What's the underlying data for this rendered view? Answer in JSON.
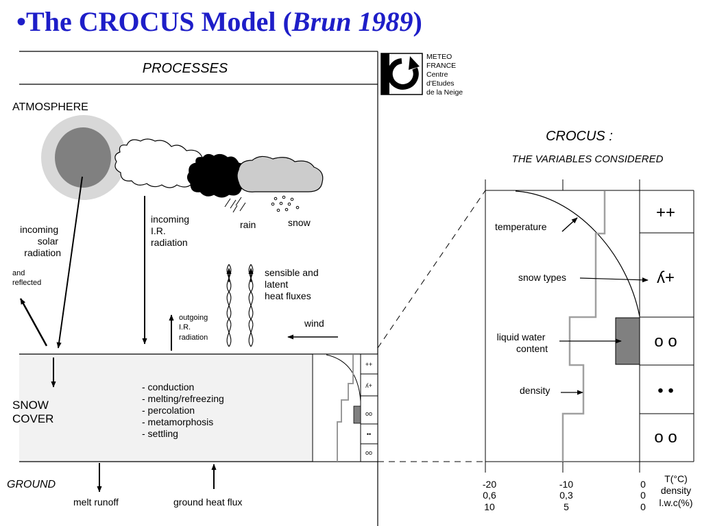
{
  "title": {
    "bullet": "•",
    "main": "The CROCUS Model (",
    "author": "Brun 1989",
    "close": ")"
  },
  "logo": {
    "lines": [
      "METEO",
      "FRANCE",
      "Centre",
      "d'Etudes",
      "de  la  Neige"
    ]
  },
  "processes_panel": {
    "header": "PROCESSES",
    "atmosphere_label": "ATMOSPHERE",
    "incoming_solar": [
      "incoming",
      "solar",
      "radiation"
    ],
    "reflected": [
      "and",
      "reflected"
    ],
    "incoming_ir": [
      "incoming",
      "I.R.",
      "radiation"
    ],
    "rain": "rain",
    "snow": "snow",
    "sensible_latent": [
      "sensible and",
      "latent",
      "heat fluxes"
    ],
    "outgoing_ir": [
      "outgoing",
      "I.R.",
      "radiation"
    ],
    "wind": "wind",
    "snow_cover": [
      "SNOW",
      "COVER"
    ],
    "processes_list": [
      "- conduction",
      "- melting/refreezing",
      "- percolation",
      "- metamorphosis",
      "- settling"
    ],
    "ground": "GROUND",
    "melt_runoff": "melt runoff",
    "ground_heat_flux": "ground heat flux",
    "mini_symbols": [
      "++",
      "ʎ+",
      "oo",
      "••",
      "oo"
    ]
  },
  "variables_panel": {
    "title": "CROCUS :",
    "subtitle": "THE VARIABLES CONSIDERED",
    "labels": {
      "temperature": "temperature",
      "snow_types": "snow types",
      "liquid_water": [
        "liquid water",
        "content"
      ],
      "density": "density"
    },
    "layer_symbols": [
      "++",
      "ʎ+",
      "o o",
      "• •",
      "o o"
    ],
    "axis": {
      "row1": [
        "-20",
        "-10",
        "0",
        "T(°C)"
      ],
      "row2": [
        "0,6",
        "0,3",
        "0",
        "density"
      ],
      "row3": [
        "10",
        "5",
        "0",
        "l.w.c(%)"
      ]
    }
  }
}
